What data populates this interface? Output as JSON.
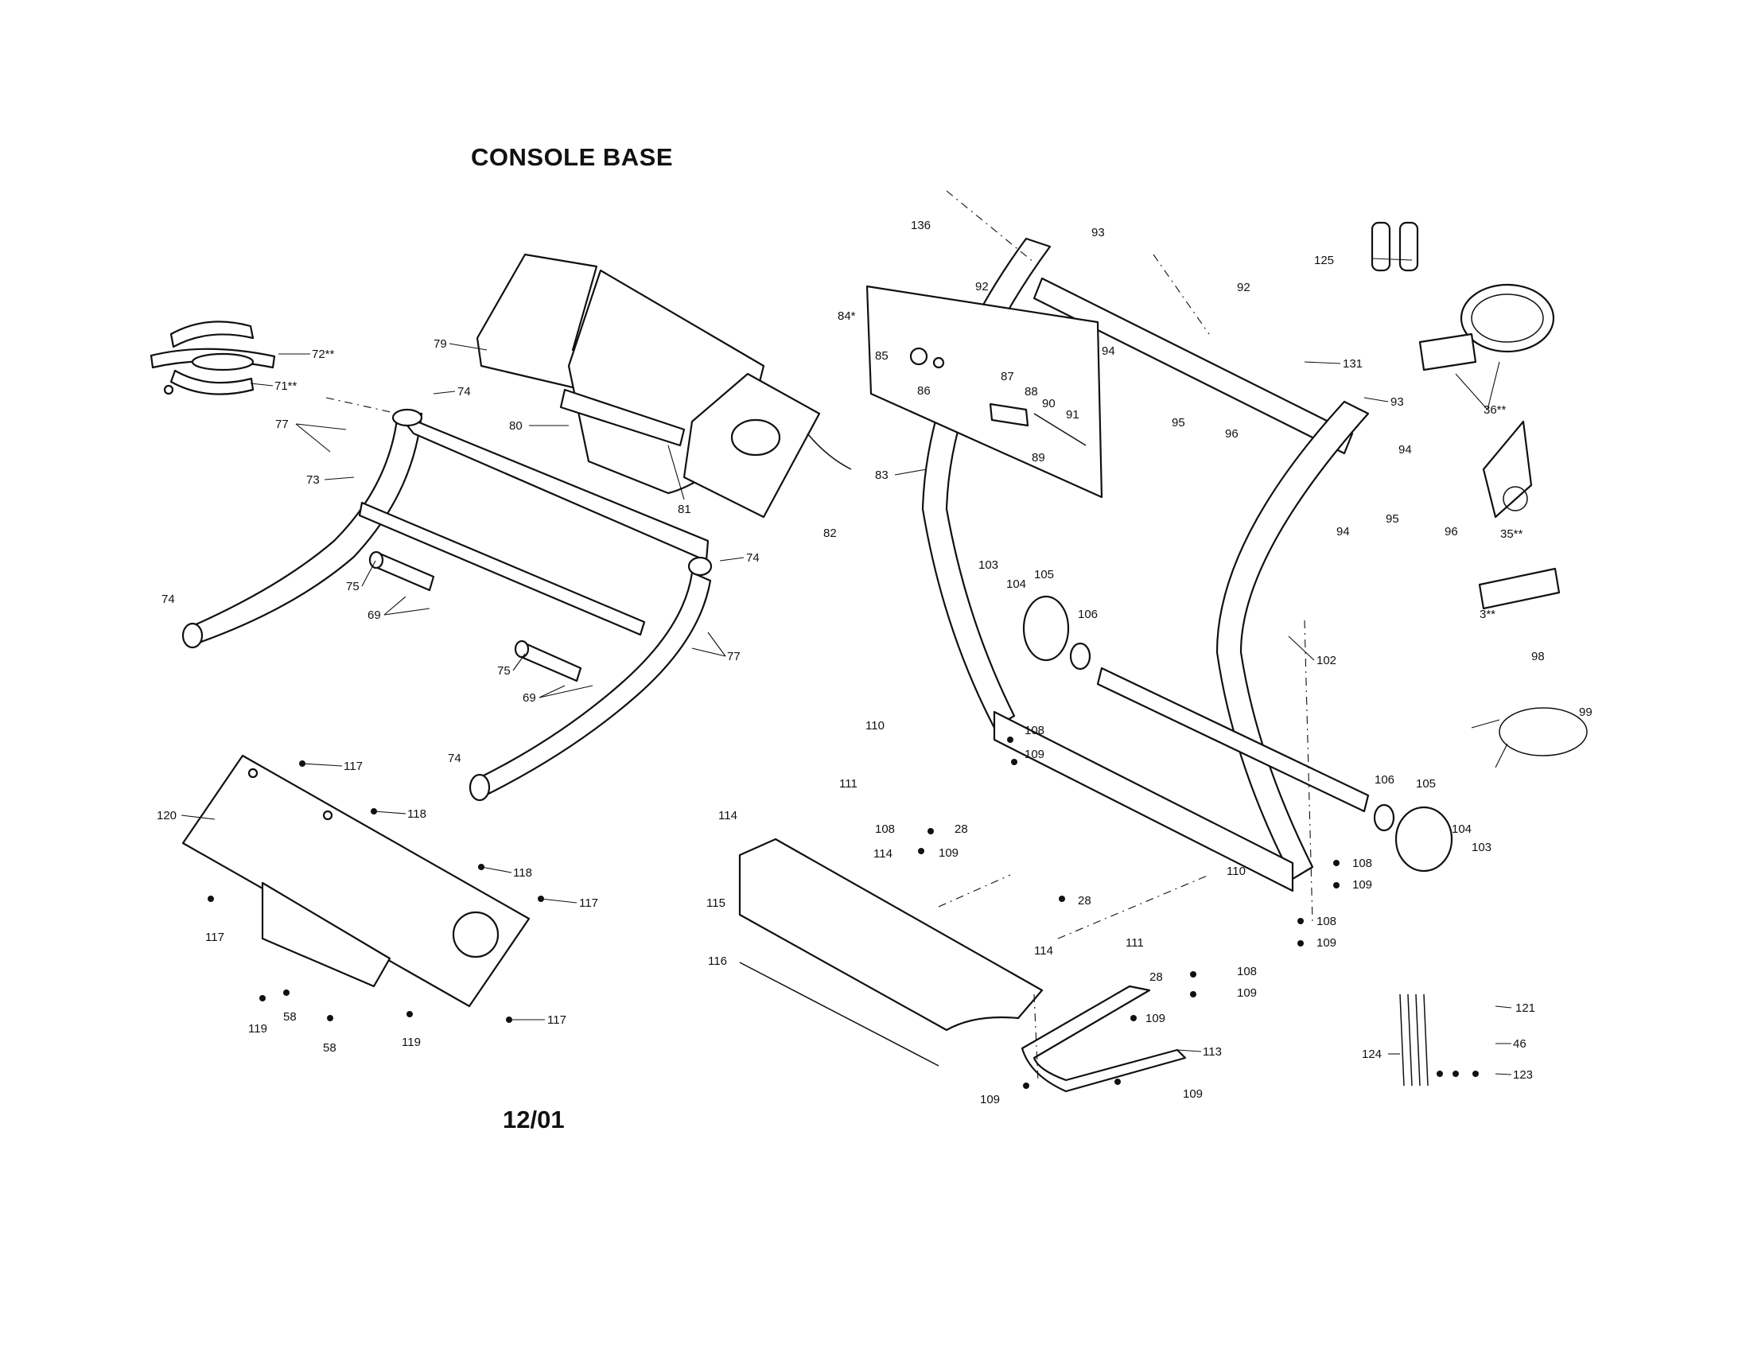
{
  "title": "CONSOLE BASE",
  "date": "12/01",
  "callouts": [
    {
      "id": "c1",
      "text": "72**"
    },
    {
      "id": "c2",
      "text": "71**"
    },
    {
      "id": "c3",
      "text": "79"
    },
    {
      "id": "c4",
      "text": "74"
    },
    {
      "id": "c5",
      "text": "77"
    },
    {
      "id": "c6",
      "text": "80"
    },
    {
      "id": "c7",
      "text": "73"
    },
    {
      "id": "c8",
      "text": "81"
    },
    {
      "id": "c9",
      "text": "74"
    },
    {
      "id": "c10",
      "text": "74"
    },
    {
      "id": "c11",
      "text": "75"
    },
    {
      "id": "c12",
      "text": "69"
    },
    {
      "id": "c13",
      "text": "77"
    },
    {
      "id": "c14",
      "text": "75"
    },
    {
      "id": "c15",
      "text": "69"
    },
    {
      "id": "c16",
      "text": "74"
    },
    {
      "id": "c17",
      "text": "117"
    },
    {
      "id": "c18",
      "text": "118"
    },
    {
      "id": "c19",
      "text": "120"
    },
    {
      "id": "c20",
      "text": "118"
    },
    {
      "id": "c21",
      "text": "117"
    },
    {
      "id": "c22",
      "text": "117"
    },
    {
      "id": "c23",
      "text": "117"
    },
    {
      "id": "c24",
      "text": "119"
    },
    {
      "id": "c25",
      "text": "58"
    },
    {
      "id": "c26",
      "text": "58"
    },
    {
      "id": "c27",
      "text": "119"
    },
    {
      "id": "c28",
      "text": "136"
    },
    {
      "id": "c29",
      "text": "93"
    },
    {
      "id": "c30",
      "text": "92"
    },
    {
      "id": "c31",
      "text": "92"
    },
    {
      "id": "c32",
      "text": "125"
    },
    {
      "id": "c33",
      "text": "84*"
    },
    {
      "id": "c34",
      "text": "85"
    },
    {
      "id": "c35",
      "text": "86"
    },
    {
      "id": "c36",
      "text": "87"
    },
    {
      "id": "c37",
      "text": "88"
    },
    {
      "id": "c38",
      "text": "90"
    },
    {
      "id": "c39",
      "text": "91"
    },
    {
      "id": "c40",
      "text": "89"
    },
    {
      "id": "c41",
      "text": "94"
    },
    {
      "id": "c42",
      "text": "95"
    },
    {
      "id": "c43",
      "text": "96"
    },
    {
      "id": "c44",
      "text": "131"
    },
    {
      "id": "c45",
      "text": "93"
    },
    {
      "id": "c46",
      "text": "36**"
    },
    {
      "id": "c47",
      "text": "83"
    },
    {
      "id": "c48",
      "text": "94"
    },
    {
      "id": "c49",
      "text": "95"
    },
    {
      "id": "c50",
      "text": "94"
    },
    {
      "id": "c51",
      "text": "96"
    },
    {
      "id": "c52",
      "text": "35**"
    },
    {
      "id": "c53",
      "text": "82"
    },
    {
      "id": "c54",
      "text": "103"
    },
    {
      "id": "c55",
      "text": "104"
    },
    {
      "id": "c56",
      "text": "105"
    },
    {
      "id": "c57",
      "text": "106"
    },
    {
      "id": "c58",
      "text": "3**"
    },
    {
      "id": "c59",
      "text": "102"
    },
    {
      "id": "c60",
      "text": "98"
    },
    {
      "id": "c61",
      "text": "99"
    },
    {
      "id": "c62",
      "text": "110"
    },
    {
      "id": "c63",
      "text": "108"
    },
    {
      "id": "c64",
      "text": "109"
    },
    {
      "id": "c65",
      "text": "111"
    },
    {
      "id": "c66",
      "text": "106"
    },
    {
      "id": "c67",
      "text": "105"
    },
    {
      "id": "c68",
      "text": "114"
    },
    {
      "id": "c69",
      "text": "108"
    },
    {
      "id": "c70",
      "text": "28"
    },
    {
      "id": "c71",
      "text": "109"
    },
    {
      "id": "c72",
      "text": "104"
    },
    {
      "id": "c73",
      "text": "103"
    },
    {
      "id": "c74",
      "text": "114"
    },
    {
      "id": "c75",
      "text": "110"
    },
    {
      "id": "c76",
      "text": "108"
    },
    {
      "id": "c77",
      "text": "109"
    },
    {
      "id": "c78",
      "text": "115"
    },
    {
      "id": "c79",
      "text": "28"
    },
    {
      "id": "c80",
      "text": "108"
    },
    {
      "id": "c81",
      "text": "109"
    },
    {
      "id": "c82",
      "text": "116"
    },
    {
      "id": "c83",
      "text": "114"
    },
    {
      "id": "c84",
      "text": "111"
    },
    {
      "id": "c85",
      "text": "28"
    },
    {
      "id": "c86",
      "text": "108"
    },
    {
      "id": "c87",
      "text": "109"
    },
    {
      "id": "c88",
      "text": "109"
    },
    {
      "id": "c89",
      "text": "121"
    },
    {
      "id": "c90",
      "text": "113"
    },
    {
      "id": "c91",
      "text": "124"
    },
    {
      "id": "c92",
      "text": "46"
    },
    {
      "id": "c93",
      "text": "123"
    },
    {
      "id": "c94",
      "text": "109"
    },
    {
      "id": "c95",
      "text": "109"
    }
  ]
}
